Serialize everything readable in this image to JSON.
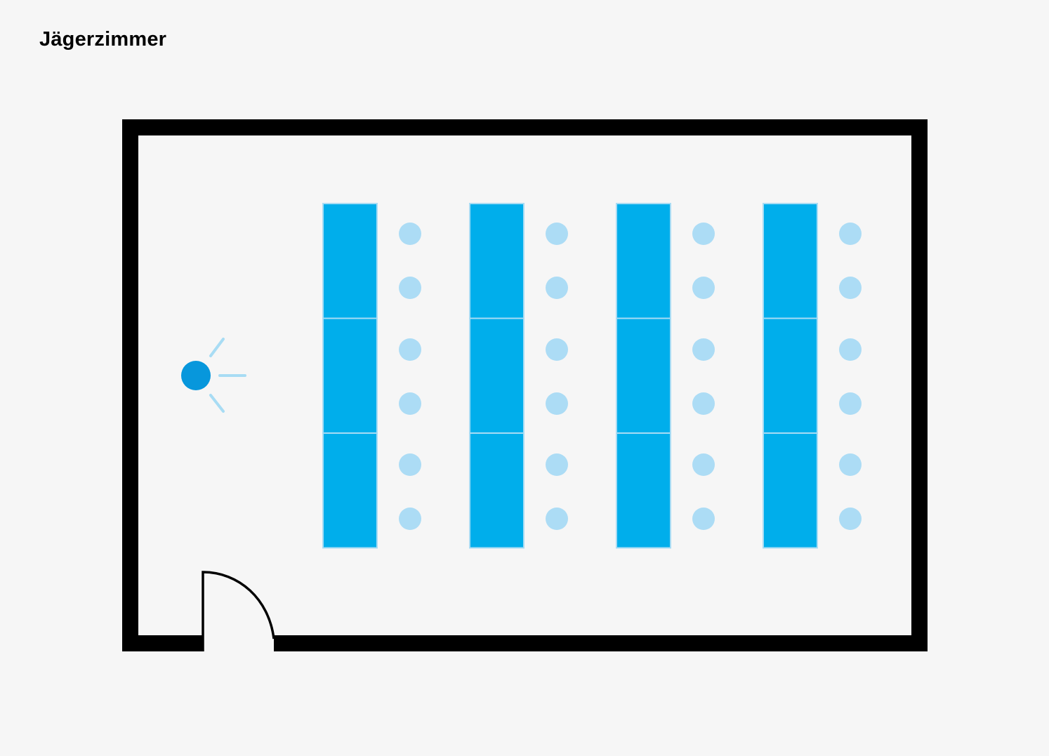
{
  "room": {
    "title": "Jägerzimmer",
    "layout_style": "classroom",
    "table_rows": 4,
    "table_segments_per_row": 3,
    "chairs_per_row": 6,
    "speaker_positions": 1
  },
  "colors": {
    "background": "#f6f6f6",
    "wall": "#000000",
    "table": "#00aeeb",
    "table_outline": "#a8dcf4",
    "chair": "#acdcf5",
    "speaker": "#0797dc",
    "speaker_rays": "#a8dcf4"
  },
  "icons": {
    "speaker": "speaker-position-icon",
    "door": "door-swing-icon",
    "chair": "chair-icon"
  }
}
